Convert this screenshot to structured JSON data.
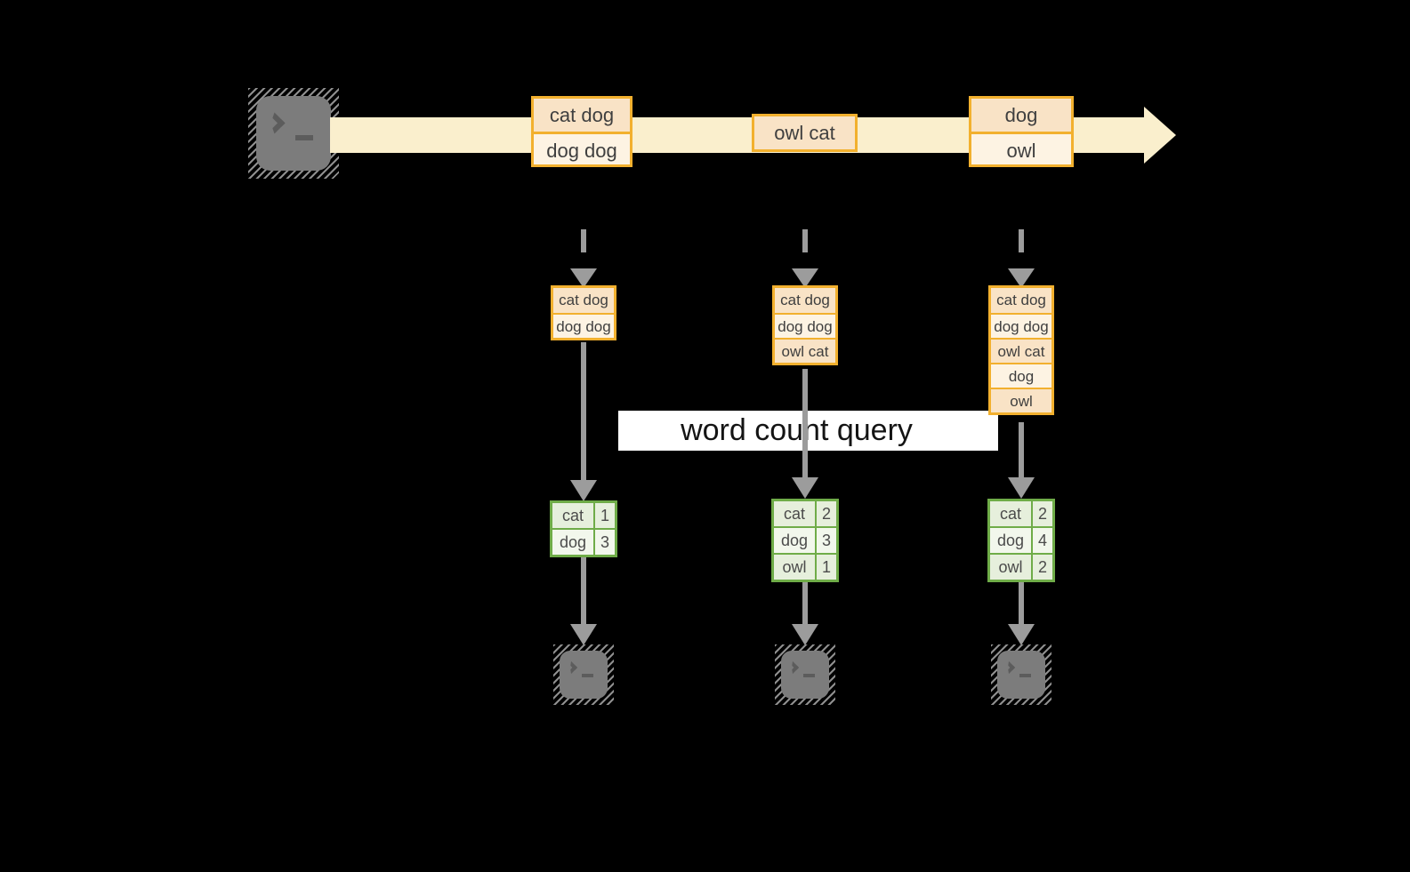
{
  "query_label": "word count query",
  "icons": {
    "source": "terminal-icon",
    "stream": "arrow-right-icon",
    "flow": "arrow-down-icon",
    "outputs": "terminal-icon"
  },
  "colors": {
    "background": "#000000",
    "stream_band": "#FAEFCD",
    "record_border": "#F2B02E",
    "record_fill_dark": "#F9E3C6",
    "record_fill_light": "#FDF3E3",
    "table_border": "#6FAC48",
    "table_fill_dark": "#E6EFDC",
    "table_fill_light": "#F2F7EC",
    "arrow_gray": "#9C9C9C",
    "terminal_gray": "#7C7C7C",
    "query_band_bg": "#FFFFFF"
  },
  "stream": {
    "records": [
      {
        "lines": [
          "cat dog",
          "dog dog"
        ]
      },
      {
        "lines": [
          "owl cat"
        ]
      },
      {
        "lines": [
          "dog",
          "owl"
        ]
      }
    ]
  },
  "columns": [
    {
      "state": [
        "cat dog",
        "dog dog"
      ],
      "result": [
        {
          "word": "cat",
          "count": "1"
        },
        {
          "word": "dog",
          "count": "3"
        }
      ]
    },
    {
      "state": [
        "cat dog",
        "dog dog",
        "owl cat"
      ],
      "result": [
        {
          "word": "cat",
          "count": "2"
        },
        {
          "word": "dog",
          "count": "3"
        },
        {
          "word": "owl",
          "count": "1"
        }
      ]
    },
    {
      "state": [
        "cat dog",
        "dog dog",
        "owl cat",
        "dog",
        "owl"
      ],
      "result": [
        {
          "word": "cat",
          "count": "2"
        },
        {
          "word": "dog",
          "count": "4"
        },
        {
          "word": "owl",
          "count": "2"
        }
      ]
    }
  ]
}
